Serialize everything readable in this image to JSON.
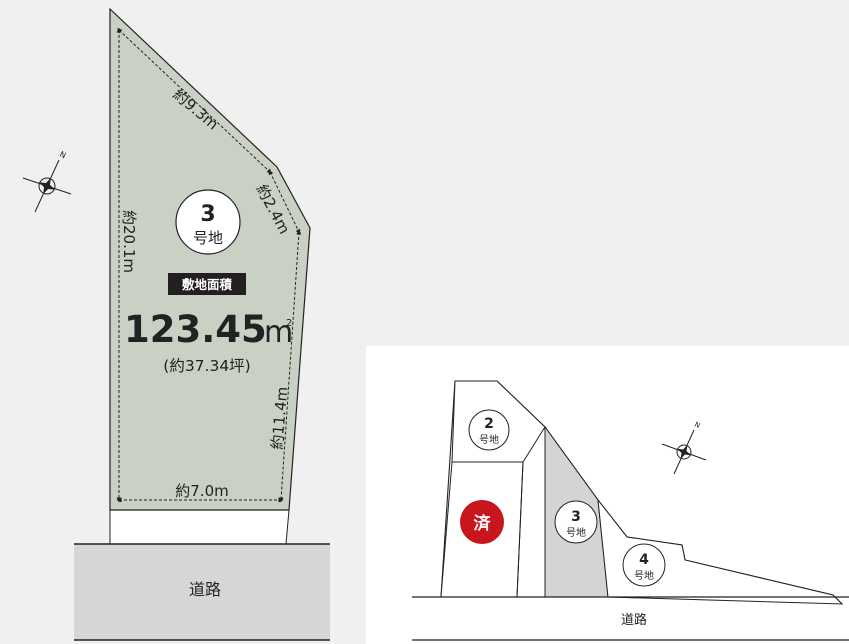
{
  "main_plot": {
    "lot_number": "3",
    "lot_suffix": "号地",
    "dim_top": "約9.3m",
    "dim_corner": "約2.4m",
    "dim_left": "約20.1m",
    "dim_right": "約11.4m",
    "dim_bottom": "約7.0m",
    "area_label": "敷地面積",
    "area_value": "123.45",
    "area_unit": "m",
    "area_unit_sup": "2",
    "area_tsubo": "(約37.34坪)",
    "road_label": "道路",
    "compass_letter": "N"
  },
  "overview": {
    "lots": [
      {
        "number": "2",
        "suffix": "号地"
      },
      {
        "number": "3",
        "suffix": "号地"
      },
      {
        "number": "4",
        "suffix": "号地"
      }
    ],
    "sold_badge": "済",
    "road_label": "道路",
    "compass_letter": "N"
  },
  "colors": {
    "background": "#f0f0f0",
    "plot_fill": "#c9d0c4",
    "road_fill": "#d5d7d5",
    "sold_red": "#c8161d",
    "area_label_bg": "#231f20",
    "outline": "#222222"
  }
}
